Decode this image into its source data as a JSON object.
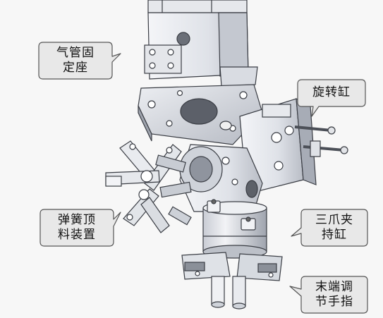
{
  "callouts": {
    "air_pipe_mount": {
      "line1": "气管固",
      "line2": "定座"
    },
    "rotary_cylinder": {
      "line1": "旋转缸"
    },
    "spring_ejector": {
      "line1": "弹簧顶",
      "line2": "料装置"
    },
    "three_jaw_cylinder": {
      "line1": "三爪夹",
      "line2": "持缸"
    },
    "end_finger": {
      "line1": "末端调",
      "line2": "节手指"
    }
  },
  "colors": {
    "background": "#f7f7f7",
    "callout_fill": "#e8e8e8",
    "callout_stroke": "#555555",
    "part_light": "#eef0f4",
    "part_mid": "#d4d8e0",
    "part_dark": "#a9aeb8",
    "outline": "#3a3d44"
  }
}
